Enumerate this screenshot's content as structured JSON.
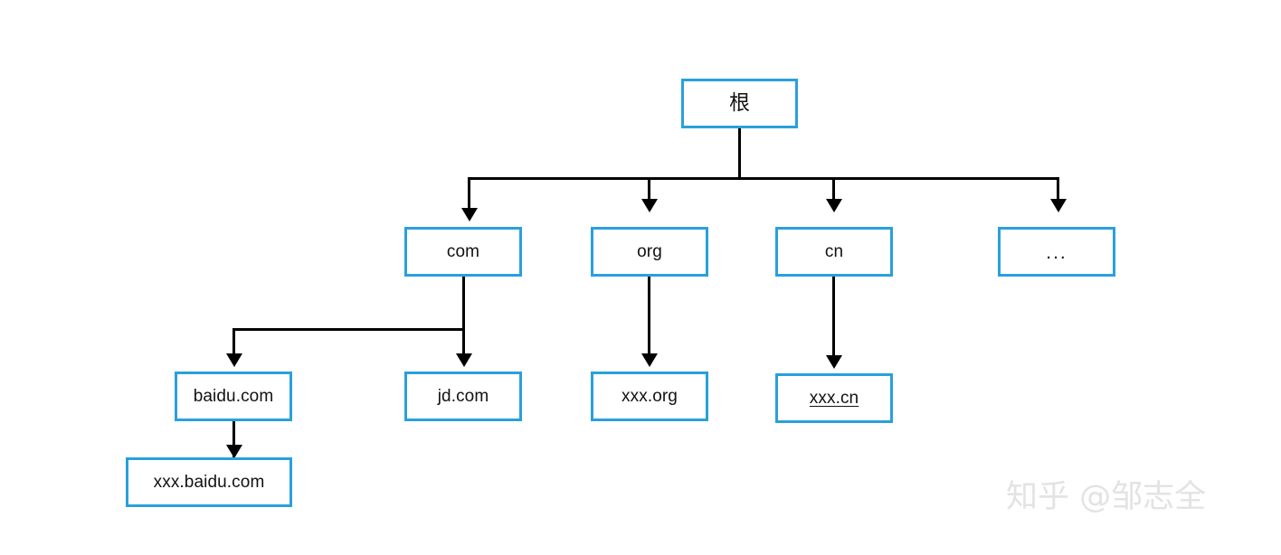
{
  "diagram": {
    "title": "DNS domain name hierarchy tree",
    "colors": {
      "node_border": "#29a0dc",
      "node_fill": "#ffffff",
      "connector": "#000000",
      "watermark": "#e3e3e3",
      "background": "#ffffff",
      "text": "#121212"
    },
    "nodes": {
      "root": "根",
      "com": "com",
      "org": "org",
      "cn": "cn",
      "more": "...",
      "baidu": "baidu.com",
      "jd": "jd.com",
      "xxx_org": "xxx.org",
      "xxx_cn": "xxx.cn",
      "xxx_baidu": "xxx.baidu.com"
    },
    "edges": [
      {
        "from": "根",
        "to": "com"
      },
      {
        "from": "根",
        "to": "org"
      },
      {
        "from": "根",
        "to": "cn"
      },
      {
        "from": "根",
        "to": "..."
      },
      {
        "from": "com",
        "to": "baidu.com"
      },
      {
        "from": "com",
        "to": "jd.com"
      },
      {
        "from": "org",
        "to": "xxx.org"
      },
      {
        "from": "cn",
        "to": "xxx.cn"
      },
      {
        "from": "baidu.com",
        "to": "xxx.baidu.com"
      }
    ]
  },
  "watermark": {
    "text": "知乎 @邹志全"
  }
}
